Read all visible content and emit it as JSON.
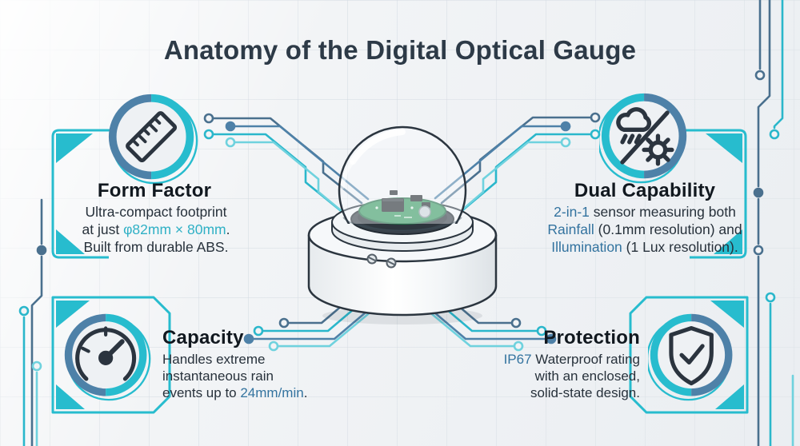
{
  "title": "Anatomy of the Digital Optical Gauge",
  "features": {
    "form_factor": {
      "heading": "Form Factor",
      "icon": "ruler-icon",
      "desc_line1": "Ultra-compact footprint",
      "desc_line2_pre": "at just ",
      "desc_line2_hl": "φ82mm × 80mm",
      "desc_line2_post": ".",
      "desc_line3": "Built from durable ABS."
    },
    "dual_capability": {
      "heading": "Dual Capability",
      "icon": "rain-sun-icon",
      "l1_hl": "2-in-1",
      "l1_rest": " sensor measuring both",
      "l2_hl": "Rainfall",
      "l2_rest": " (0.1mm resolution) and",
      "l3_hl": "Illumination",
      "l3_rest": " (1 Lux resolution)."
    },
    "capacity": {
      "heading": "Capacity",
      "icon": "gauge-icon",
      "l1": "Handles extreme",
      "l2": "instantaneous rain",
      "l3_pre": "events up to ",
      "l3_hl": "24mm/min",
      "l3_post": "."
    },
    "protection": {
      "heading": "Protection",
      "icon": "shield-check-icon",
      "l1_hl": "IP67",
      "l1_rest": " Waterproof rating",
      "l2": "with an enclosed,",
      "l3": "solid-state design."
    }
  },
  "colors": {
    "accent_teal": "#27bcce",
    "accent_steel": "#4e81a8",
    "trace_slate": "#4a708e",
    "trace_teal": "#2ab7cb",
    "trace_light_teal": "#6fd2de",
    "hl_teal": "#2fb0c5",
    "hl_blue": "#33739f",
    "ink": "#27313b",
    "heading_ink": "#11181f",
    "title_ink": "#2d3a47"
  }
}
